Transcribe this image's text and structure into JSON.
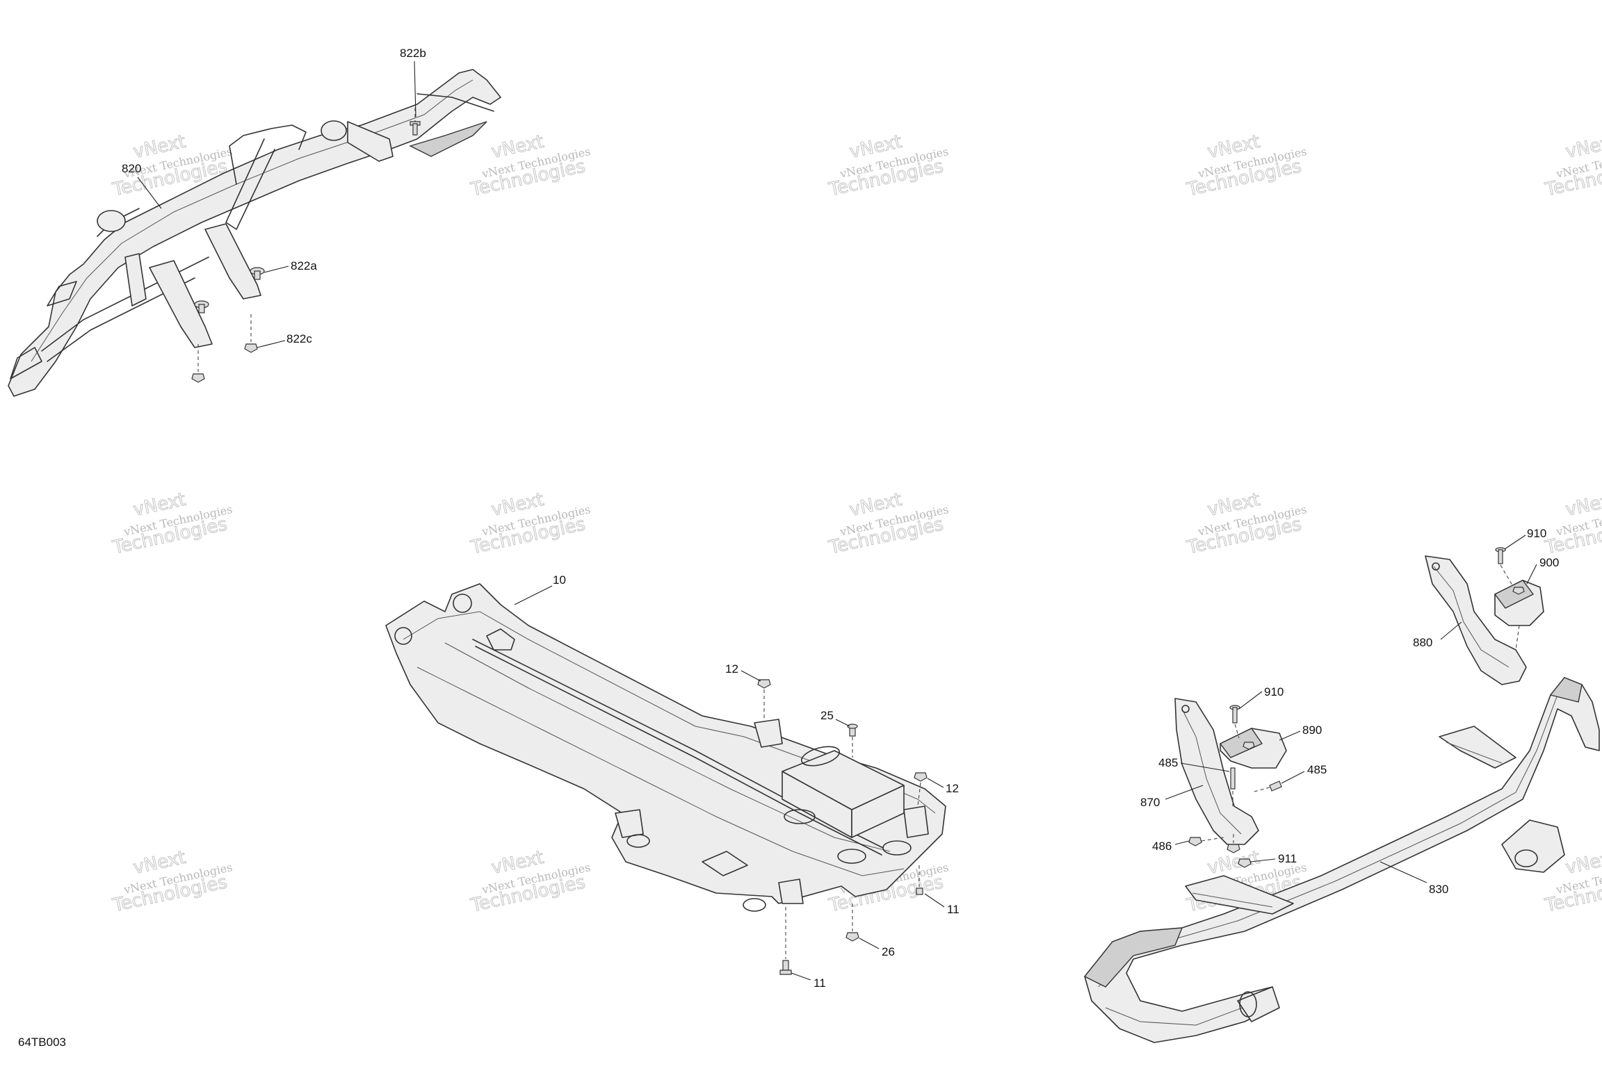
{
  "diagram_code": "64TB003",
  "watermark": {
    "line1": "vNext Technologies",
    "line2": "vNext",
    "line3": "Technologies"
  },
  "callouts": {
    "c820": "820",
    "c822a": "822a",
    "c822b": "822b",
    "c822c": "822c",
    "c10": "10",
    "c11a": "11",
    "c11b": "11",
    "c12a": "12",
    "c12b": "12",
    "c25": "25",
    "c26": "26",
    "c830": "830",
    "c870": "870",
    "c880": "880",
    "c890": "890",
    "c900": "900",
    "c910a": "910",
    "c910b": "910",
    "c911": "911",
    "c485a": "485",
    "c485b": "485",
    "c486": "486"
  }
}
